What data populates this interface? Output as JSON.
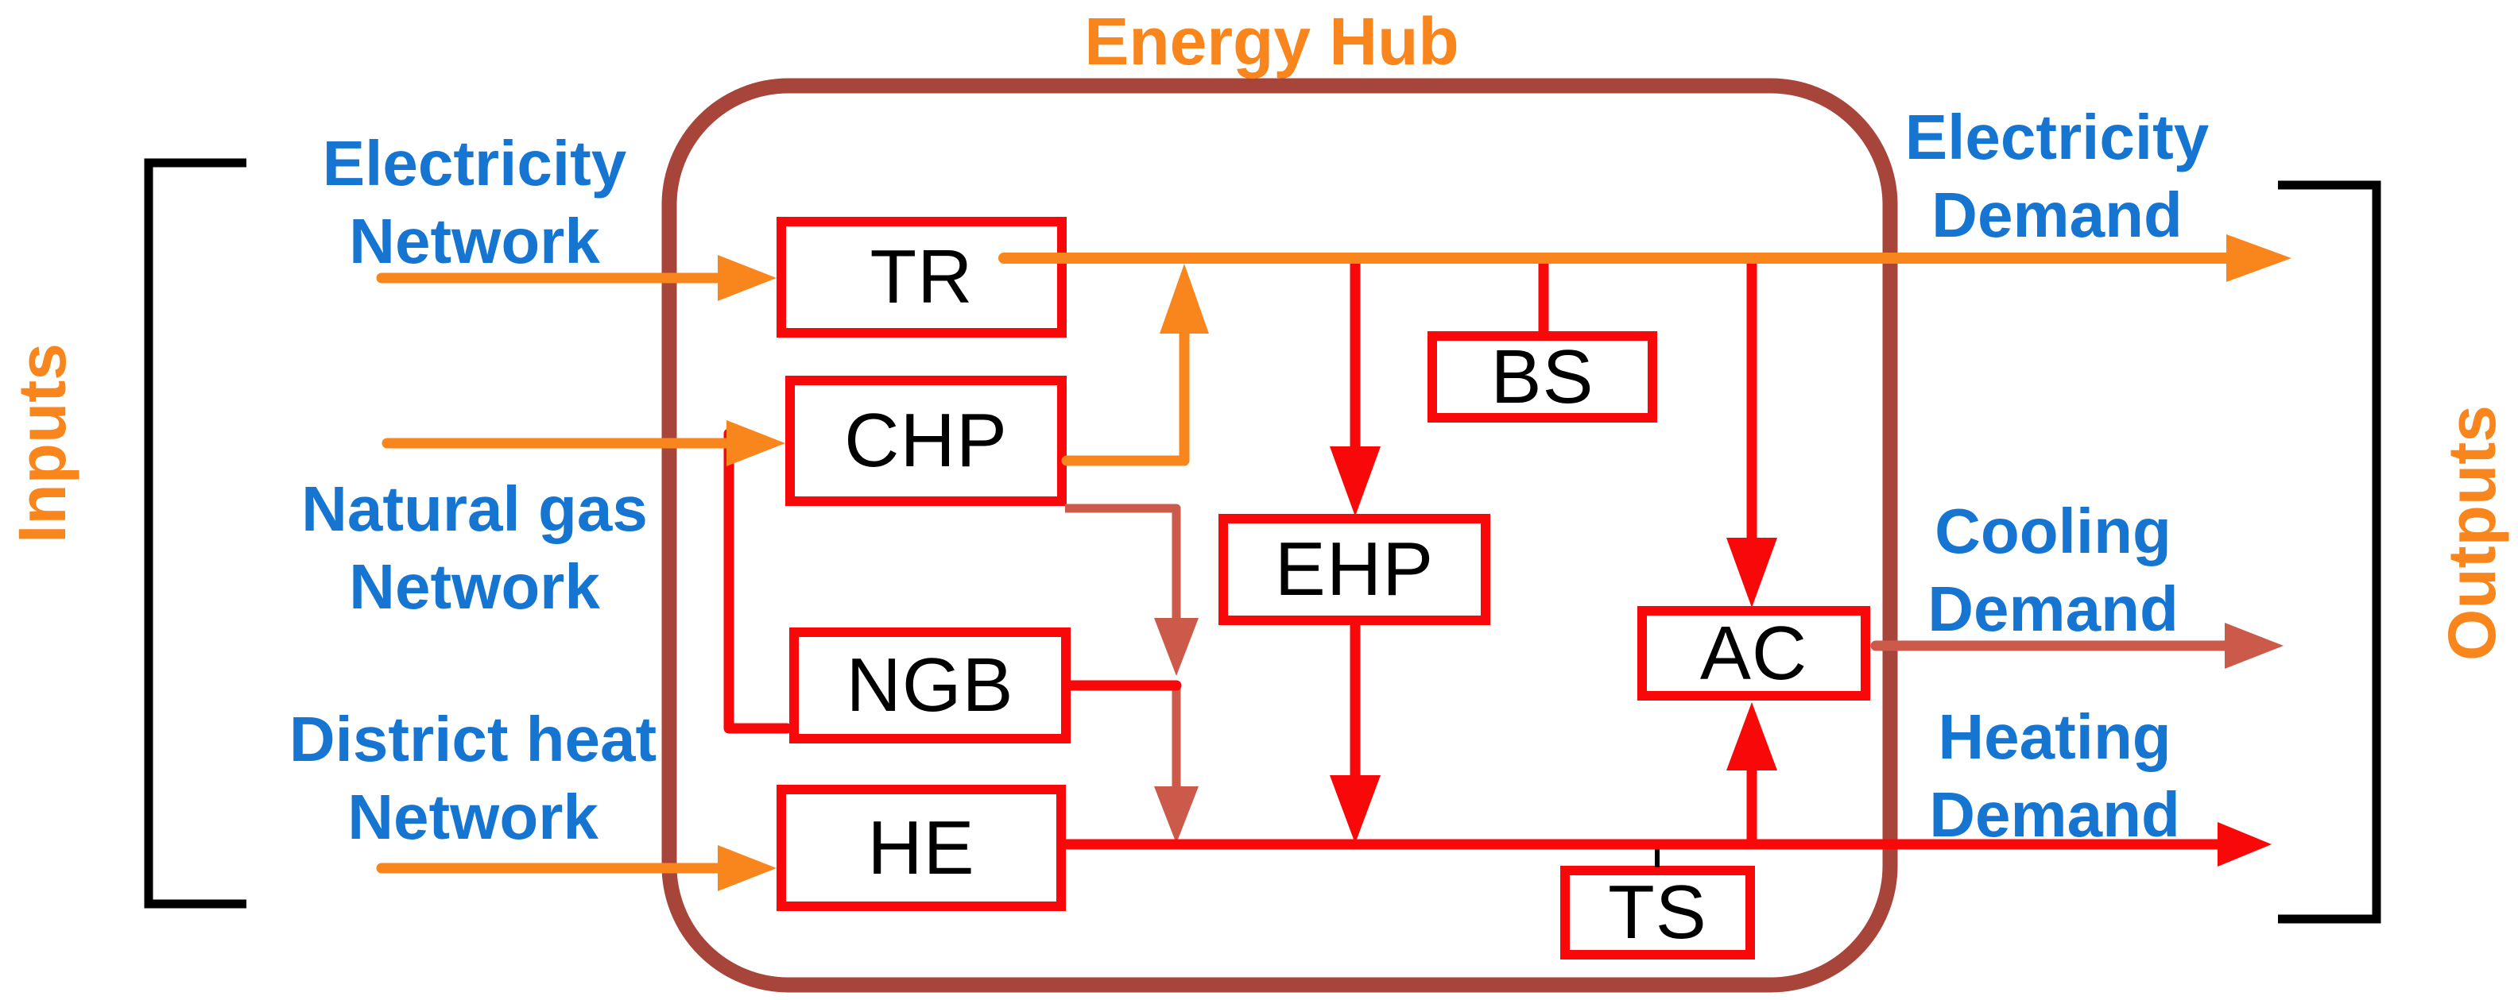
{
  "title": "Energy Hub",
  "side_labels": {
    "inputs": "Inputs",
    "outputs": "Outputs"
  },
  "inputs": [
    {
      "label": "Electricity\nNetwork"
    },
    {
      "label": "Natural gas\nNetwork"
    },
    {
      "label": "District heat\nNetwork"
    }
  ],
  "outputs": [
    {
      "label": "Electricity\nDemand"
    },
    {
      "label": "Cooling\nDemand"
    },
    {
      "label": "Heating\nDemand"
    }
  ],
  "components": {
    "tr": "TR",
    "chp": "CHP",
    "ngb": "NGB",
    "he": "HE",
    "bs": "BS",
    "ehp": "EHP",
    "ac": "AC",
    "ts": "TS"
  },
  "colors": {
    "orange": "#F8861D",
    "red": "#F80808",
    "hub_border": "#A8453A",
    "heat_transfer": "#CC5A4B",
    "label_blue": "#1575D0",
    "black": "#000000"
  }
}
